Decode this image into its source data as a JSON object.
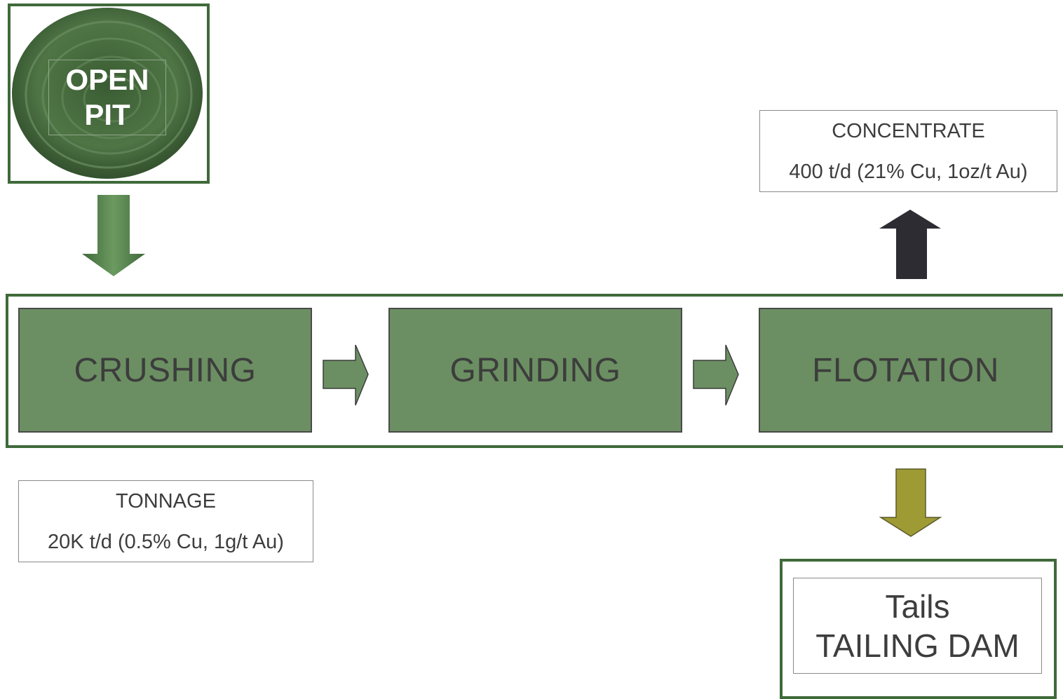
{
  "open_pit": {
    "line1": "OPEN",
    "line2": "PIT"
  },
  "stages": [
    {
      "label": "CRUSHING"
    },
    {
      "label": "GRINDING"
    },
    {
      "label": "FLOTATION"
    }
  ],
  "concentrate": {
    "title": "CONCENTRATE",
    "detail": "400 t/d (21% Cu, 1oz/t Au)"
  },
  "tonnage": {
    "title": "TONNAGE",
    "detail": "20K t/d (0.5% Cu, 1g/t Au)"
  },
  "tailing": {
    "line1": "Tails",
    "line2": "TAILING DAM"
  },
  "colors": {
    "brand_green": "#3f6a3a",
    "stage_green": "#6b8f62",
    "up_arrow": "#2e2c33",
    "tails_arrow": "#9e9b35"
  }
}
